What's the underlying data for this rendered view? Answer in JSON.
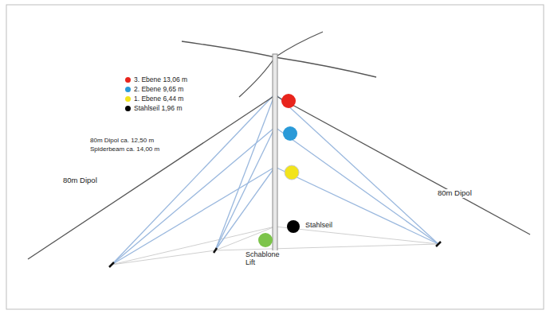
{
  "diagram": {
    "labels": [
      "80m Dipol ca. 12,50 m",
      "Spiderbeam ca. 14,00 m",
      "80m Dipol",
      "80m Dipol",
      "Stahlseil",
      "Schablone Lift"
    ],
    "legend": [
      {
        "text": "3. Ebene 13,06 m",
        "color": "#e8241c"
      },
      {
        "text": "2. Ebene 9,65 m",
        "color": "#2a9ad8"
      },
      {
        "text": "1. Ebene 6,44 m",
        "color": "#f2e41c"
      },
      {
        "text": "Stahlseil 1,96 m",
        "color": "#000000"
      }
    ]
  }
}
